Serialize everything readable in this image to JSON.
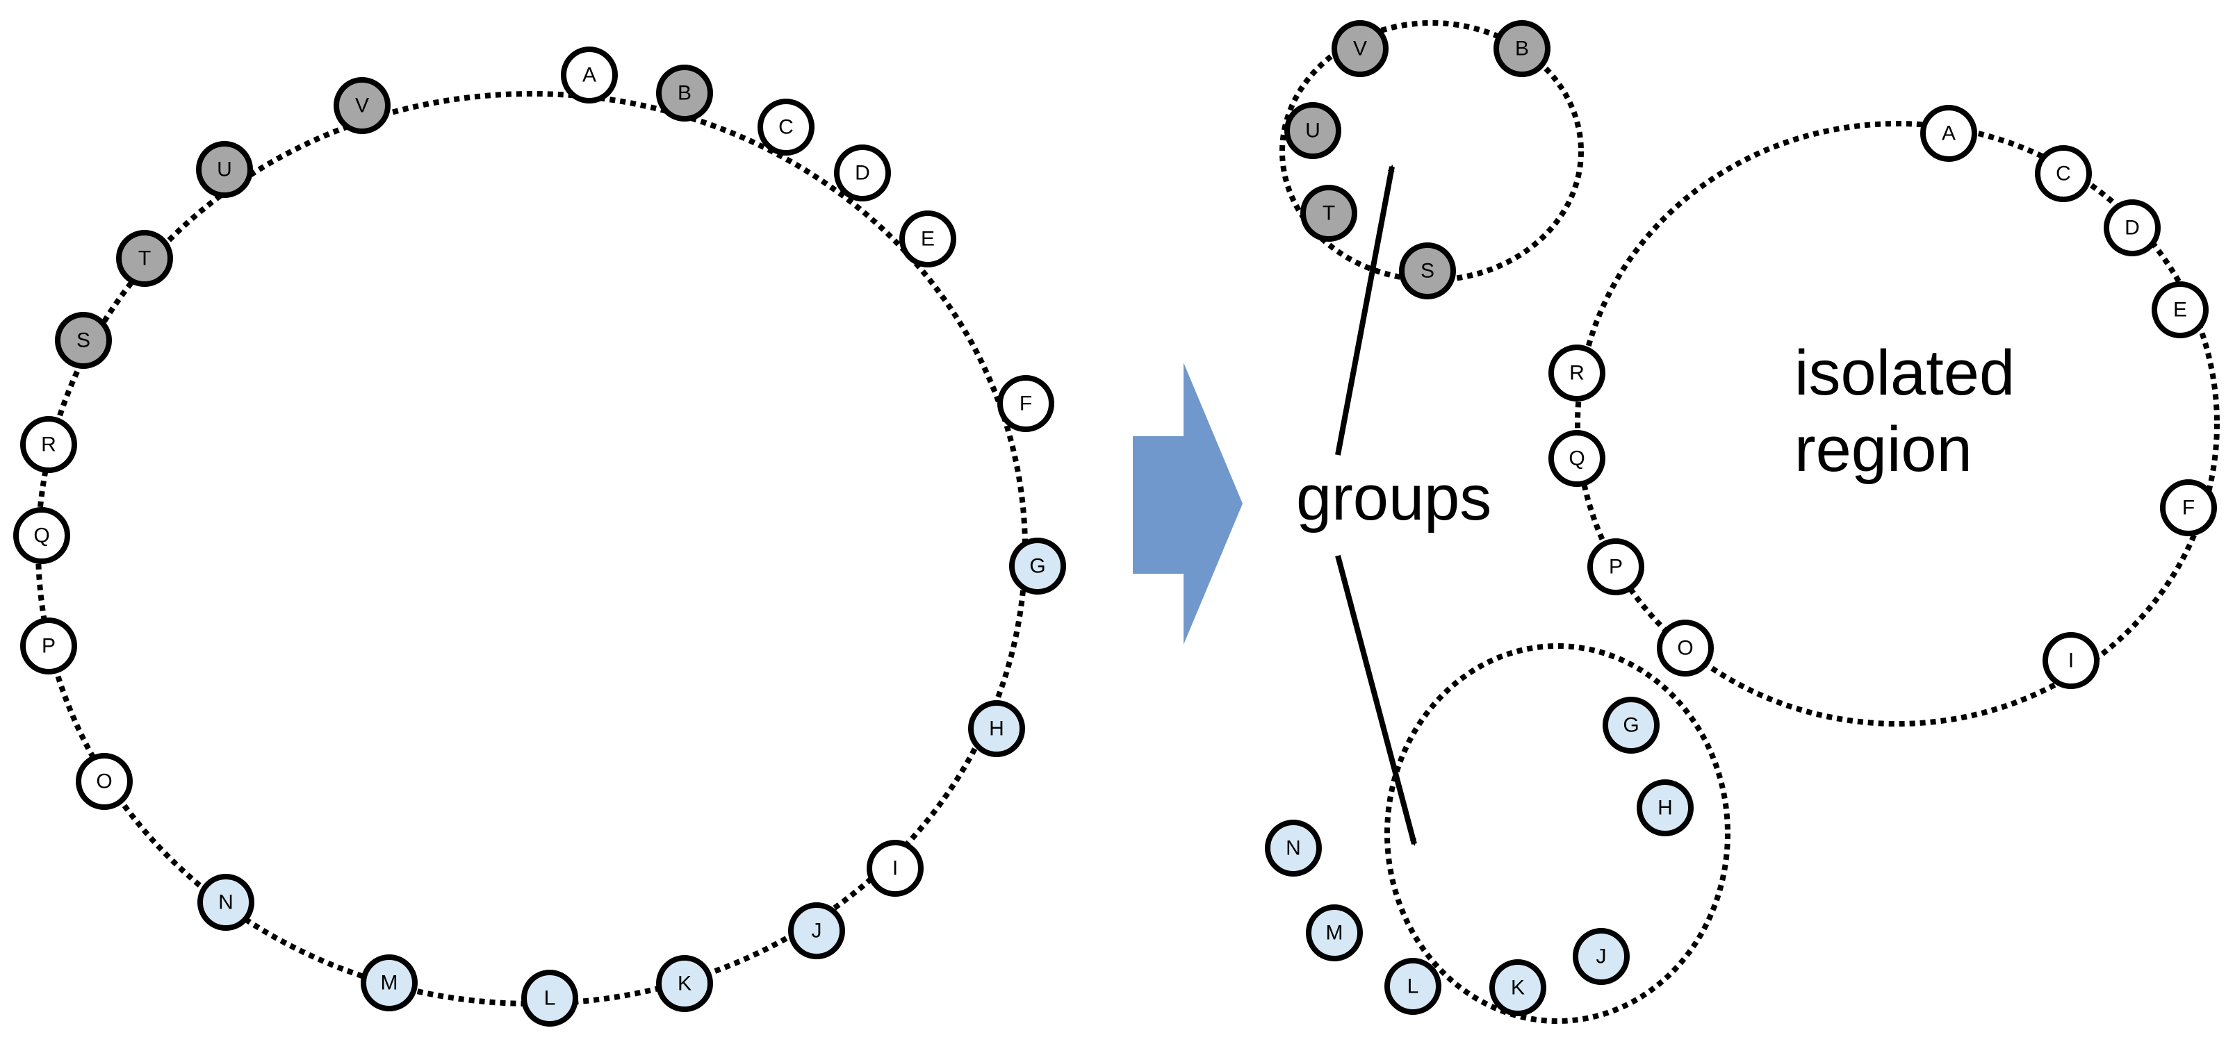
{
  "colors": {
    "plain": "#ffffff",
    "gray_group": "#a6a6a6",
    "blue_group": "#d6e8f6",
    "transition_arrow": "#7098cc",
    "stroke": "#000000"
  },
  "before": {
    "nodes": [
      {
        "label": "A",
        "group": "plain"
      },
      {
        "label": "B",
        "group": "gray_group"
      },
      {
        "label": "C",
        "group": "plain"
      },
      {
        "label": "D",
        "group": "plain"
      },
      {
        "label": "E",
        "group": "plain"
      },
      {
        "label": "F",
        "group": "plain"
      },
      {
        "label": "G",
        "group": "blue_group"
      },
      {
        "label": "H",
        "group": "blue_group"
      },
      {
        "label": "I",
        "group": "plain"
      },
      {
        "label": "J",
        "group": "blue_group"
      },
      {
        "label": "K",
        "group": "blue_group"
      },
      {
        "label": "L",
        "group": "blue_group"
      },
      {
        "label": "M",
        "group": "blue_group"
      },
      {
        "label": "N",
        "group": "blue_group"
      },
      {
        "label": "O",
        "group": "plain"
      },
      {
        "label": "P",
        "group": "plain"
      },
      {
        "label": "Q",
        "group": "plain"
      },
      {
        "label": "R",
        "group": "plain"
      },
      {
        "label": "S",
        "group": "gray_group"
      },
      {
        "label": "T",
        "group": "gray_group"
      },
      {
        "label": "U",
        "group": "gray_group"
      },
      {
        "label": "V",
        "group": "gray_group"
      }
    ]
  },
  "after": {
    "gray_ring": [
      {
        "label": "V",
        "group": "gray_group"
      },
      {
        "label": "B",
        "group": "gray_group"
      },
      {
        "label": "U",
        "group": "gray_group"
      },
      {
        "label": "T",
        "group": "gray_group"
      },
      {
        "label": "S",
        "group": "gray_group"
      }
    ],
    "blue_ring": [
      {
        "label": "G",
        "group": "blue_group"
      },
      {
        "label": "H",
        "group": "blue_group"
      },
      {
        "label": "N",
        "group": "blue_group"
      },
      {
        "label": "M",
        "group": "blue_group"
      },
      {
        "label": "J",
        "group": "blue_group"
      },
      {
        "label": "L",
        "group": "blue_group"
      },
      {
        "label": "K",
        "group": "blue_group"
      }
    ],
    "isolated_ring": [
      {
        "label": "A",
        "group": "plain"
      },
      {
        "label": "C",
        "group": "plain"
      },
      {
        "label": "D",
        "group": "plain"
      },
      {
        "label": "E",
        "group": "plain"
      },
      {
        "label": "R",
        "group": "plain"
      },
      {
        "label": "Q",
        "group": "plain"
      },
      {
        "label": "F",
        "group": "plain"
      },
      {
        "label": "P",
        "group": "plain"
      },
      {
        "label": "O",
        "group": "plain"
      },
      {
        "label": "I",
        "group": "plain"
      }
    ]
  },
  "labels": {
    "groups": "groups",
    "isolated_line1": "isolated",
    "isolated_line2": "region"
  }
}
